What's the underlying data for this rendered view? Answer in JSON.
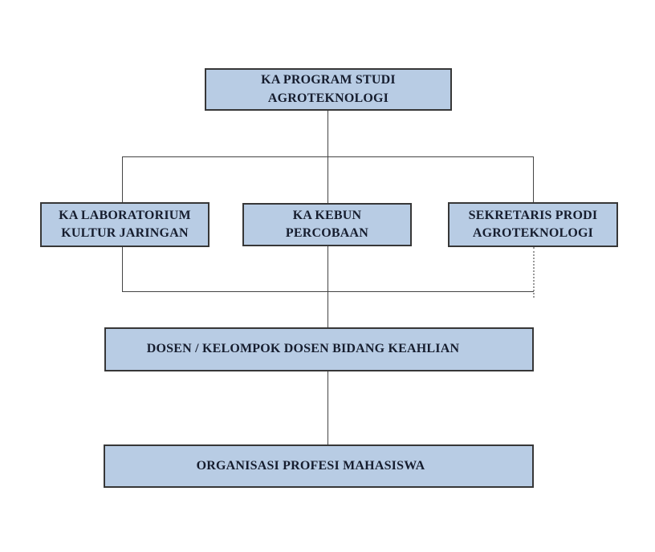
{
  "diagram": {
    "title": "Organizational structure chart of Program Studi Agroteknologi",
    "colors": {
      "box_fill": "#b8cce4",
      "box_border": "#373737",
      "text": "#161d2e",
      "line": "#444444",
      "dotted_line": "#9a9a9a",
      "background": "#ffffff"
    },
    "nodes": {
      "top": {
        "line1": "KA PROGRAM STUDI",
        "line2": "AGROTEKNOLOGI"
      },
      "lab": {
        "line1": "KA LABORATORIUM",
        "line2": "KULTUR JARINGAN"
      },
      "kebun": {
        "line1": "KA KEBUN",
        "line2": "PERCOBAAN"
      },
      "sekretaris": {
        "line1": "SEKRETARIS PRODI",
        "line2": "AGROTEKNOLOGI"
      },
      "dosen": {
        "label": "DOSEN / KELOMPOK DOSEN BIDANG KEAHLIAN"
      },
      "organisasi": {
        "label": "ORGANISASI PROFESI MAHASISWA"
      }
    },
    "edges": [
      {
        "from": "top",
        "to": "lab",
        "style": "solid"
      },
      {
        "from": "top",
        "to": "kebun",
        "style": "solid"
      },
      {
        "from": "top",
        "to": "sekretaris",
        "style": "solid"
      },
      {
        "from": "lab",
        "to": "dosen",
        "style": "solid"
      },
      {
        "from": "kebun",
        "to": "dosen",
        "style": "solid"
      },
      {
        "from": "sekretaris",
        "to": "dosen",
        "style": "dotted"
      },
      {
        "from": "dosen",
        "to": "organisasi",
        "style": "solid"
      }
    ]
  }
}
